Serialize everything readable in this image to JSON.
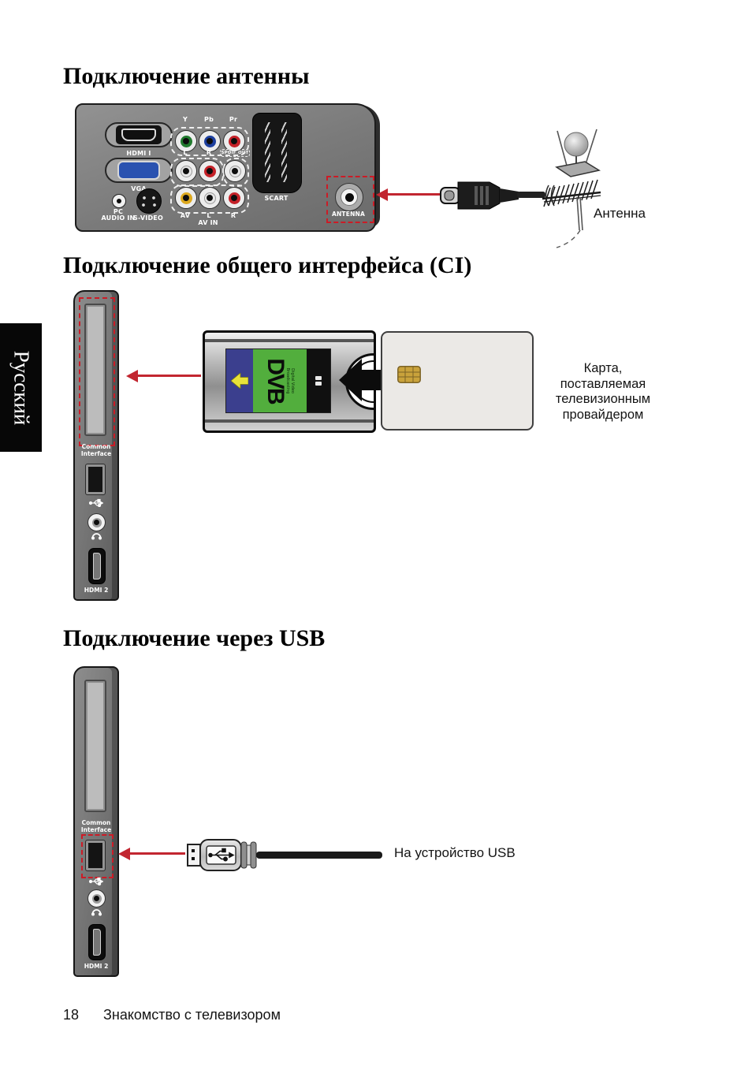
{
  "tab": {
    "label": "Русский"
  },
  "footer": {
    "page_number": "18",
    "chapter_title": "Знакомство с телевизором"
  },
  "antenna_section": {
    "title": "Подключение антенны",
    "antenna_label": "Антенна",
    "panel": {
      "hdmi1": "HDMI I",
      "vga": "VGA",
      "pc": "PC",
      "audio_in": "AUDIO IN",
      "svideo": "S-VIDEO",
      "comp_y": "Y",
      "comp_pb": "Pb",
      "comp_pr": "Pr",
      "audio_l": "L",
      "audio_r": "R",
      "spdif_out": "SPDIF OUT",
      "av": "AV",
      "av_l": "L",
      "av_r": "R",
      "av_in": "AV IN",
      "scart": "SCART",
      "antenna": "ANTENNA"
    }
  },
  "ci_section": {
    "title": "Подключение общего интерфейса (CI)",
    "cam_module": {
      "logo": "DVB",
      "logo_sub": "Digital Video Broadcasting"
    },
    "card_caption": [
      "Карта,",
      "поставляемая",
      "телевизионным",
      "провайдером"
    ]
  },
  "usb_section": {
    "title": "Подключение через USB",
    "usb_device_label": "На устройство USB"
  },
  "side_panel": {
    "common_interface": [
      "Common",
      "Interface"
    ],
    "hdmi2": "HDMI 2"
  },
  "icons": {
    "usb_port_icon": "usb-trident-icon",
    "headphones_icon": "headphones-icon"
  },
  "colors": {
    "highlight_red": "#cc1b26",
    "cam_green": "#52ae3d",
    "cam_blue": "#3b3f8e",
    "chip_gold": "#c9a23b"
  }
}
